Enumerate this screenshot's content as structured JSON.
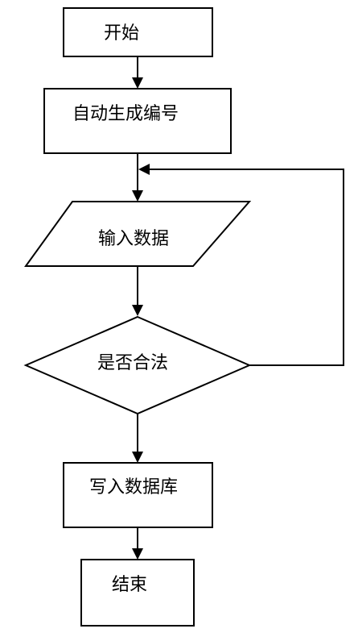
{
  "nodes": {
    "start": "开始",
    "generate_id": "自动生成编号",
    "input_data": "输入数据",
    "is_valid": "是否合法",
    "write_db": "写入数据库",
    "end": "结束"
  }
}
